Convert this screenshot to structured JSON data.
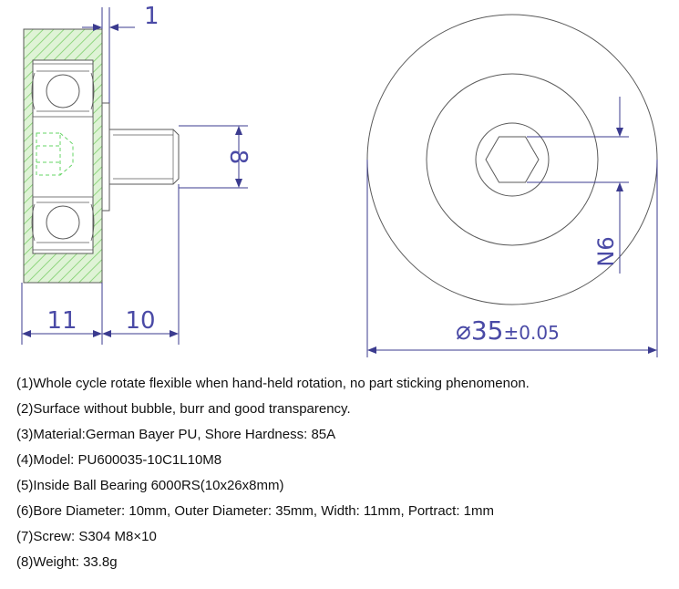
{
  "drawing": {
    "dimensions": {
      "portract": "1",
      "thread_dia": "8",
      "width": "11",
      "screw_length": "10",
      "hex_label": "N6",
      "outer_dia": "⌀35",
      "tolerance": "±0.05"
    },
    "colors": {
      "line": "#3b3b8f",
      "outline": "#5a5a5a",
      "hatch": "#7ccf6a",
      "hatch_bg": "#dff3d6",
      "insert": "#66d466"
    }
  },
  "specs": [
    "(1)Whole cycle rotate flexible when hand-held rotation, no part sticking phenomenon.",
    "(2)Surface without bubble, burr and good transparency.",
    "(3)Material:German Bayer PU, Shore Hardness: 85A",
    "(4)Model: PU600035-10C1L10M8",
    "(5)Inside Ball Bearing 6000RS(10x26x8mm)",
    "(6)Bore Diameter: 10mm, Outer Diameter: 35mm, Width: 11mm, Portract: 1mm",
    "(7)Screw: S304 M8×10",
    "(8)Weight: 33.8g"
  ]
}
